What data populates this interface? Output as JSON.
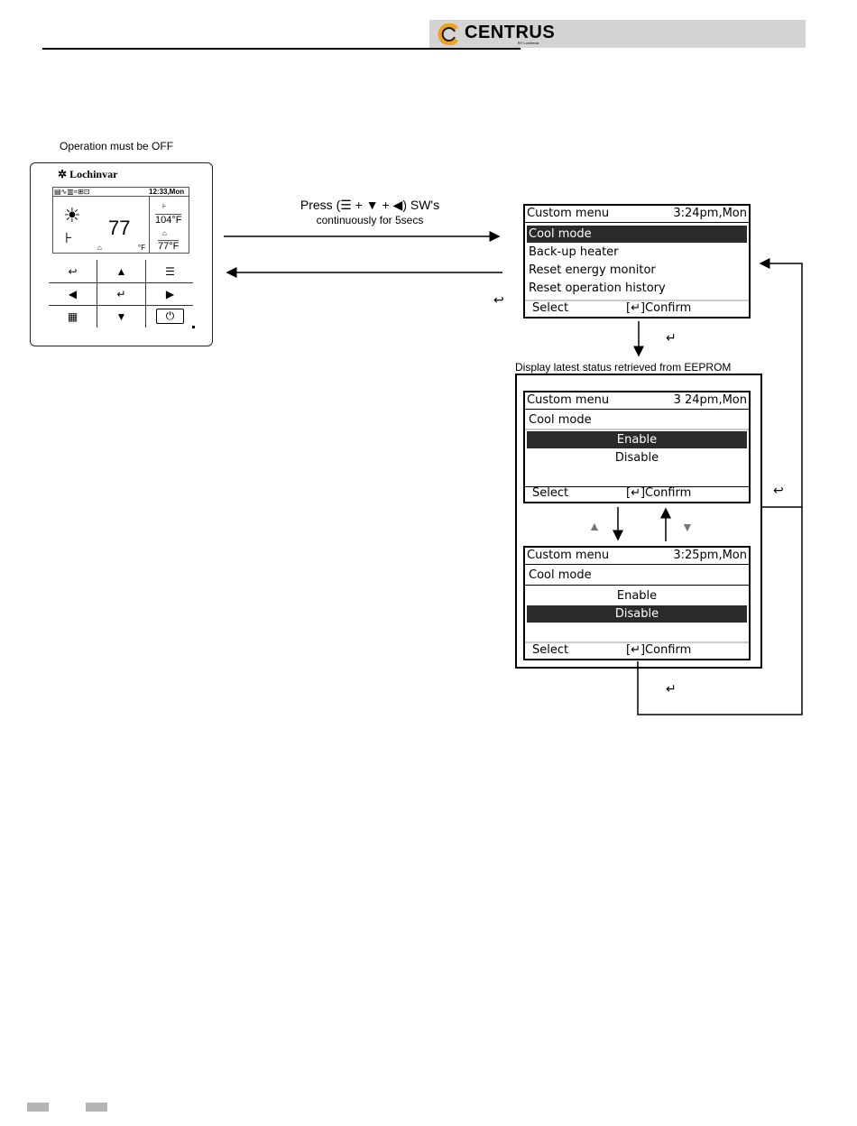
{
  "brand": {
    "name": "CENTRUS",
    "sub": "BY Lochinvar",
    "bar_color": "#d4d4d4"
  },
  "remote": {
    "caption": "Operation must be OFF",
    "brand": "Lochinvar",
    "status_time": "12:33,Mon",
    "temp_main": "77",
    "unit_main": "°F",
    "temp_water": "104°F",
    "temp_room": "77°F",
    "buttons": [
      "↩",
      "▲",
      "☰",
      "◀",
      "↵",
      "▶",
      "▦",
      "▼",
      "⏻"
    ]
  },
  "instruction": {
    "line1": "Press (☰ + ▼ + ◀) SW's",
    "line2": "continuously for 5secs"
  },
  "status_note": "Display latest status retrieved from EEPROM",
  "screen1": {
    "title": "Custom menu",
    "time": "3:24pm,Mon",
    "items": [
      "Cool mode",
      "Back-up heater",
      "Reset energy monitor",
      "Reset operation history"
    ],
    "footer_select": "Select",
    "footer_confirm": "[↵]Confirm"
  },
  "screen2": {
    "title": "Custom menu",
    "time": "3 24pm,Mon",
    "subtitle": "Cool mode",
    "options": [
      "Enable",
      "Disable"
    ],
    "footer_select": "Select",
    "footer_confirm": "[↵]Confirm"
  },
  "screen3": {
    "title": "Custom menu",
    "time": "3:25pm,Mon",
    "subtitle": "Cool mode",
    "options": [
      "Enable",
      "Disable"
    ],
    "footer_select": "Select",
    "footer_confirm": "[↵]Confirm"
  },
  "icons": {
    "back": "↩",
    "enter": "↵",
    "up": "▲",
    "down": "▼"
  }
}
